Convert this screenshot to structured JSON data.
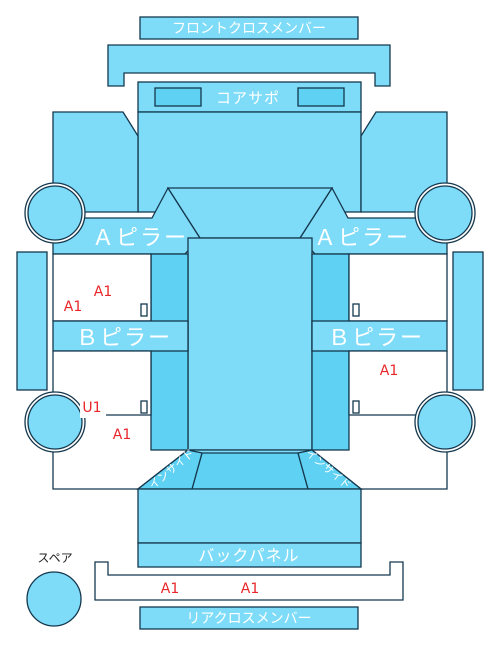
{
  "parts": {
    "front_cross_member": "フロントクロスメンバー",
    "core_support": "コアサポ",
    "a_pillar_left": "Ａピラー",
    "a_pillar_right": "Ａピラー",
    "b_pillar_left": "Ｂピラー",
    "b_pillar_right": "Ｂピラー",
    "inside_left": "インサイド",
    "inside_right": "インサイド",
    "back_panel": "バックパネル",
    "rear_cross_member": "リアクロスメンバー",
    "spare": "スペア"
  },
  "marks": {
    "front_left_upper": "A1",
    "front_left_lower": "A1",
    "rear_left_inner": "A1",
    "rear_left_u": "U1",
    "right_rear": "A1",
    "back_left": "A1",
    "back_right": "A1"
  },
  "colors": {
    "panel": "#7fdcf8",
    "panel_dark": "#5fd1f3",
    "outline": "#15384e",
    "mark": "#e8262a"
  }
}
